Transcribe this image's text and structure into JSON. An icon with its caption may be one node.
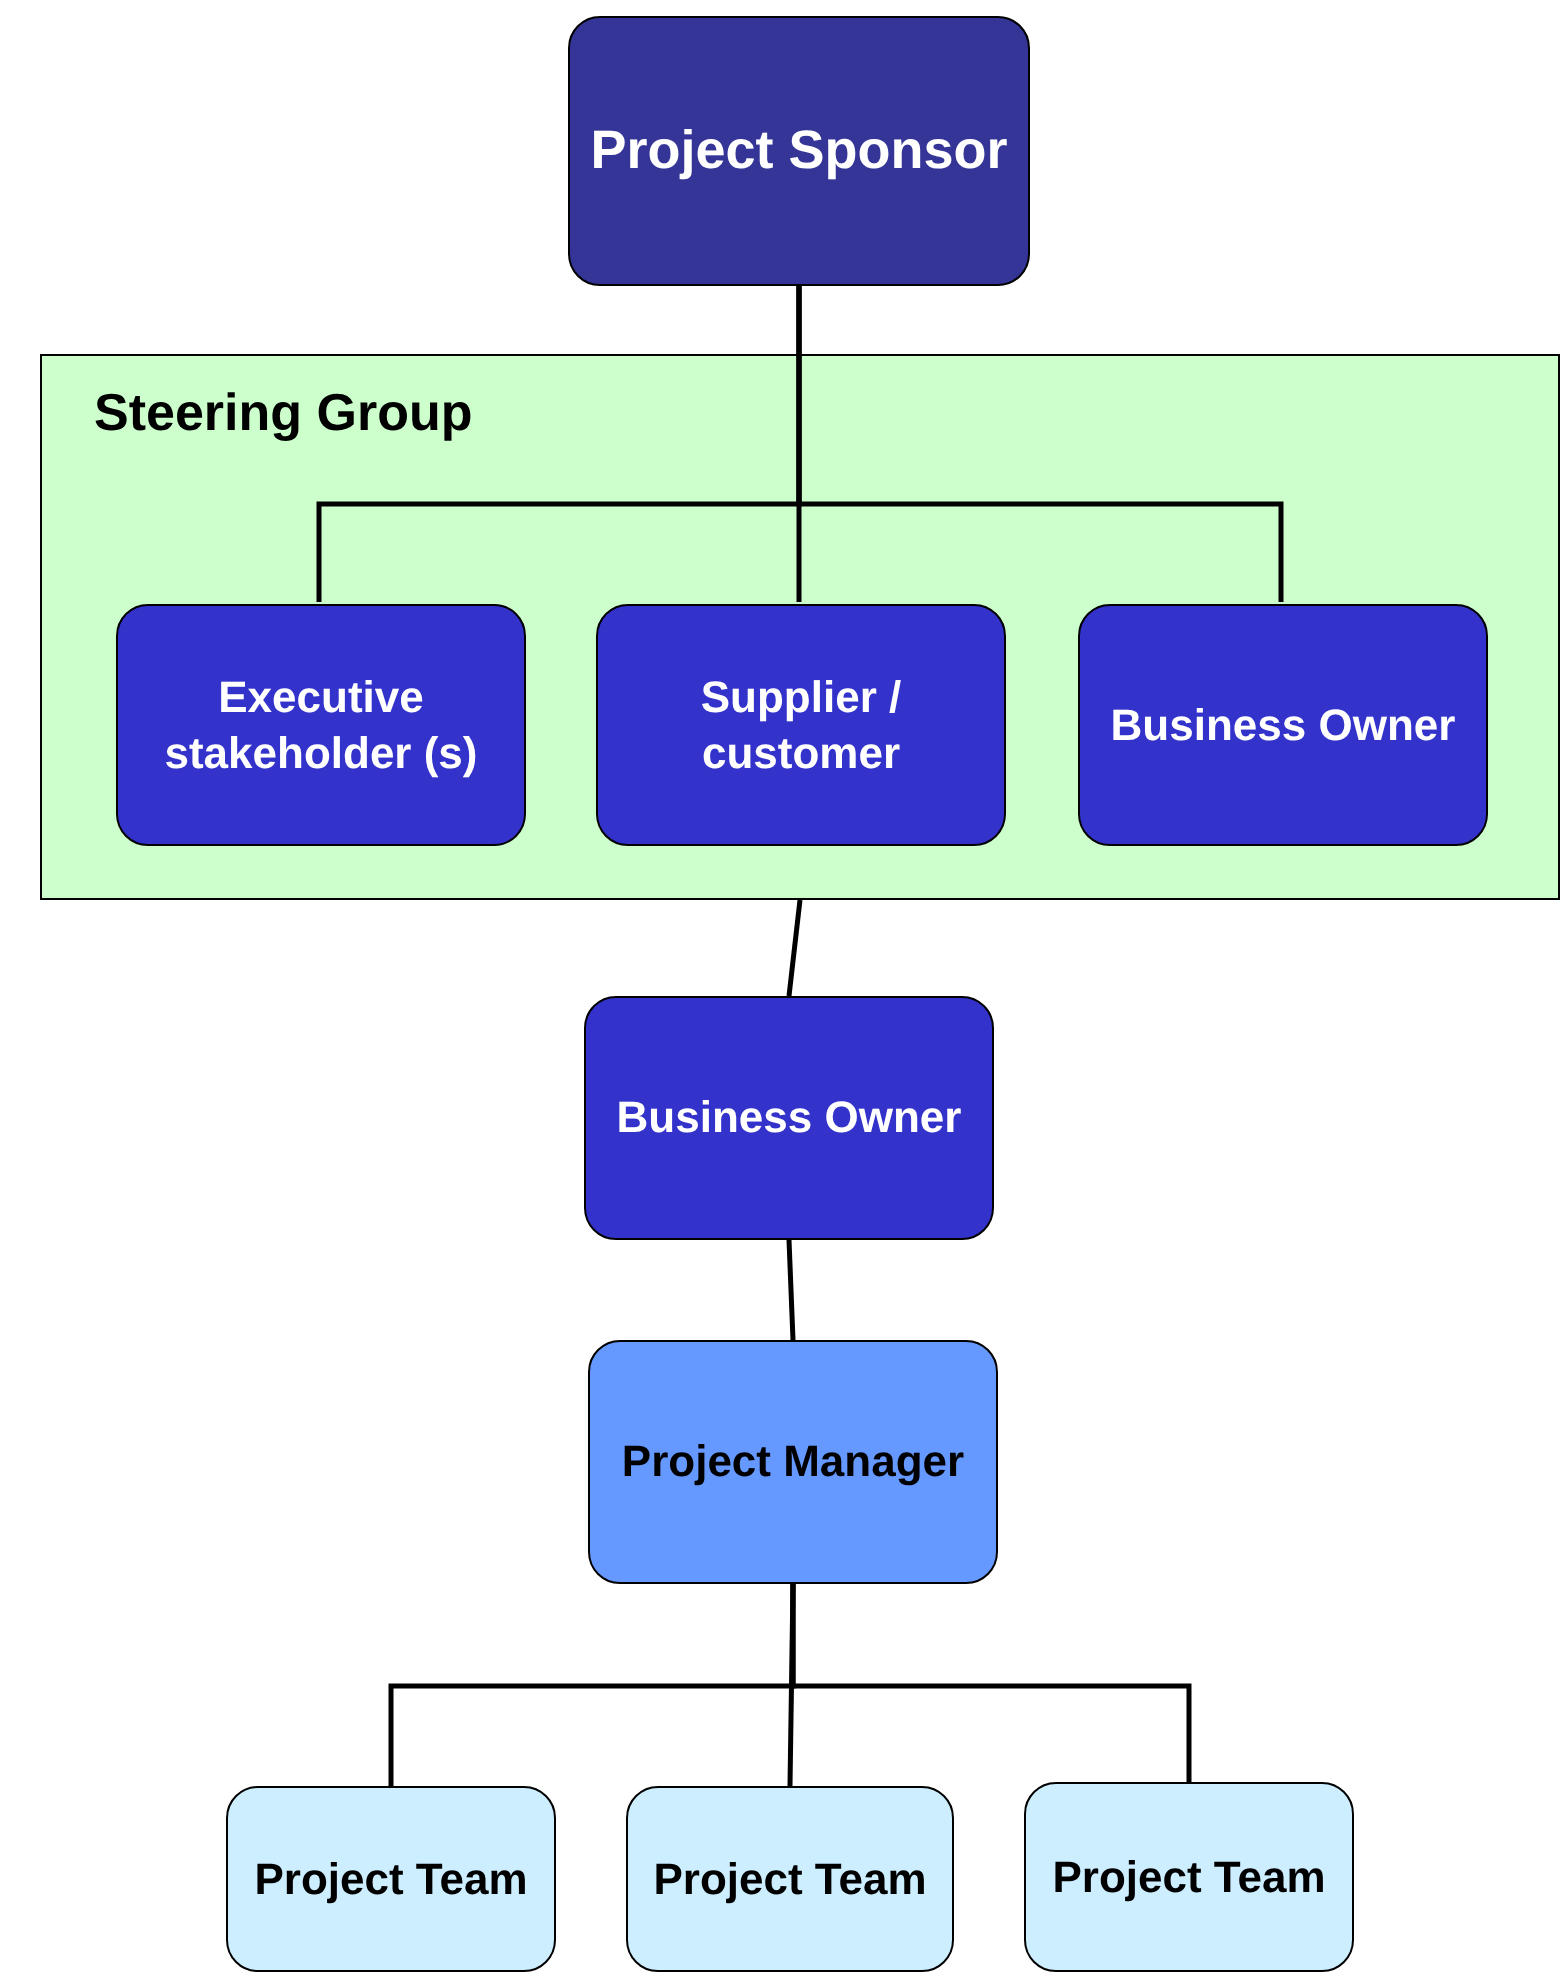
{
  "diagram": {
    "nodes": [
      {
        "text": [
          "Project Sponsor"
        ]
      },
      {
        "text": [
          "Steering Group"
        ]
      },
      {
        "text": [
          "Executive stakeholder (s)"
        ],
        "in": 1
      },
      {
        "text": [
          "Supplier / customer"
        ],
        "in": 1
      },
      {
        "text": [
          "Business Owner"
        ],
        "in": 1
      },
      {
        "text": [
          "Business Owner"
        ]
      },
      {
        "text": [
          "Project Manager"
        ]
      },
      {
        "text": [
          "Project Team"
        ]
      },
      {
        "text": [
          "Project Team"
        ]
      },
      {
        "text": [
          "Project Team"
        ]
      }
    ],
    "edges": [
      {
        "from": 0,
        "to": 2,
        "arrow": "none"
      },
      {
        "from": 0,
        "to": 3,
        "arrow": "none"
      },
      {
        "from": 0,
        "to": 4,
        "arrow": "none"
      },
      {
        "from": 1,
        "to": 5,
        "arrow": "none"
      },
      {
        "from": 5,
        "to": 6,
        "arrow": "none"
      },
      {
        "from": 6,
        "to": 7,
        "arrow": "none"
      },
      {
        "from": 6,
        "to": 8,
        "arrow": "none"
      },
      {
        "from": 6,
        "to": 9,
        "arrow": "none"
      }
    ]
  }
}
